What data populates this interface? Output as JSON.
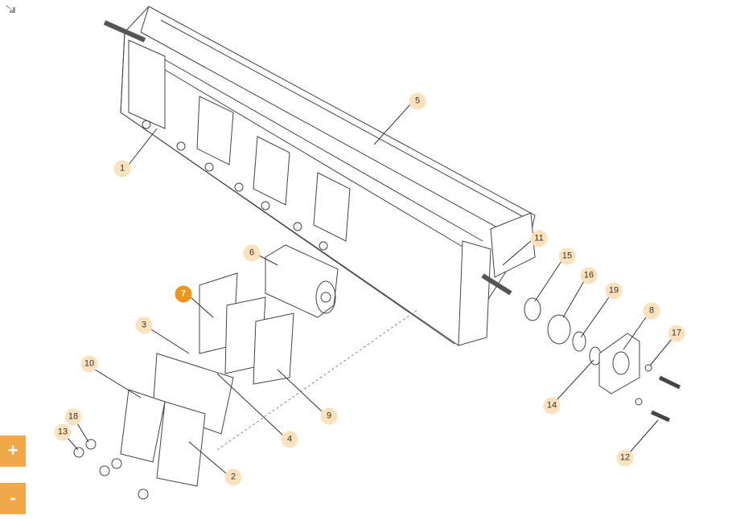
{
  "diagram": {
    "active_part": "7",
    "callouts": [
      {
        "label": "1"
      },
      {
        "label": "5"
      },
      {
        "label": "11"
      },
      {
        "label": "15"
      },
      {
        "label": "16"
      },
      {
        "label": "19"
      },
      {
        "label": "8"
      },
      {
        "label": "17"
      },
      {
        "label": "6"
      },
      {
        "label": "7"
      },
      {
        "label": "3"
      },
      {
        "label": "10"
      },
      {
        "label": "9"
      },
      {
        "label": "4"
      },
      {
        "label": "14"
      },
      {
        "label": "18"
      },
      {
        "label": "13"
      },
      {
        "label": "2"
      },
      {
        "label": "12"
      }
    ]
  },
  "controls": {
    "zoom_in": "+",
    "zoom_out": "-",
    "expand_icon": "arrow-down-right-icon"
  },
  "colors": {
    "callout": "#FBE2BC",
    "active": "#F0961E",
    "button": "#F0A848"
  }
}
